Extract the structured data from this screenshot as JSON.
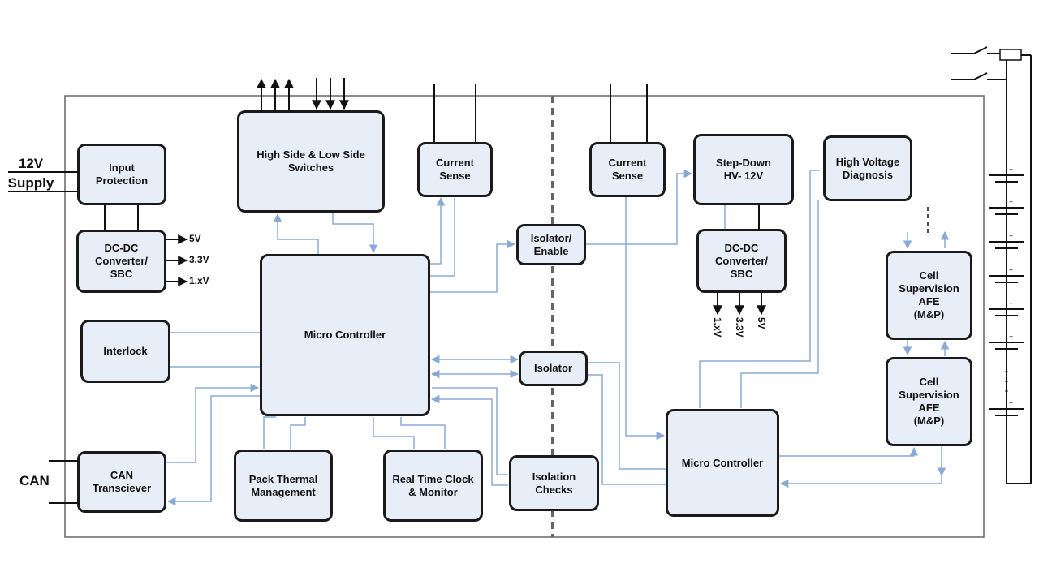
{
  "labels": {
    "supply": "12V\nSupply",
    "can": "CAN"
  },
  "blocks": {
    "input_protection": "Input\nProtection",
    "dcdc_left": "DC-DC\nConverter/\nSBC",
    "interlock": "Interlock",
    "can_transceiver": "CAN\nTransciever",
    "hs_ls_switches": "High Side & Low Side\nSwitches",
    "current_sense_left": "Current\nSense",
    "micro_left": "Micro Controller",
    "pack_thermal": "Pack Thermal\nManagement",
    "rtc": "Real Time Clock\n& Monitor",
    "isolator_enable": "Isolator/\nEnable",
    "isolator": "Isolator",
    "isolation_checks": "Isolation\nChecks",
    "current_sense_right": "Current\nSense",
    "stepdown": "Step-Down\nHV- 12V",
    "hv_diag": "High Voltage\nDiagnosis",
    "dcdc_right": "DC-DC\nConverter/\nSBC",
    "micro_right": "Micro Controller",
    "afe1": "Cell\nSupervision\nAFE\n(M&P)",
    "afe2": "Cell\nSupervision\nAFE\n(M&P)"
  },
  "outputs_left": [
    "5V",
    "3.3V",
    "1.xV"
  ],
  "outputs_right": [
    "1.xV",
    "3.3V",
    "5V"
  ],
  "colors": {
    "block_fill": "#e8eef8",
    "block_border": "#1a1a1a",
    "signal_line": "#8aaad6",
    "outline": "#666666"
  }
}
